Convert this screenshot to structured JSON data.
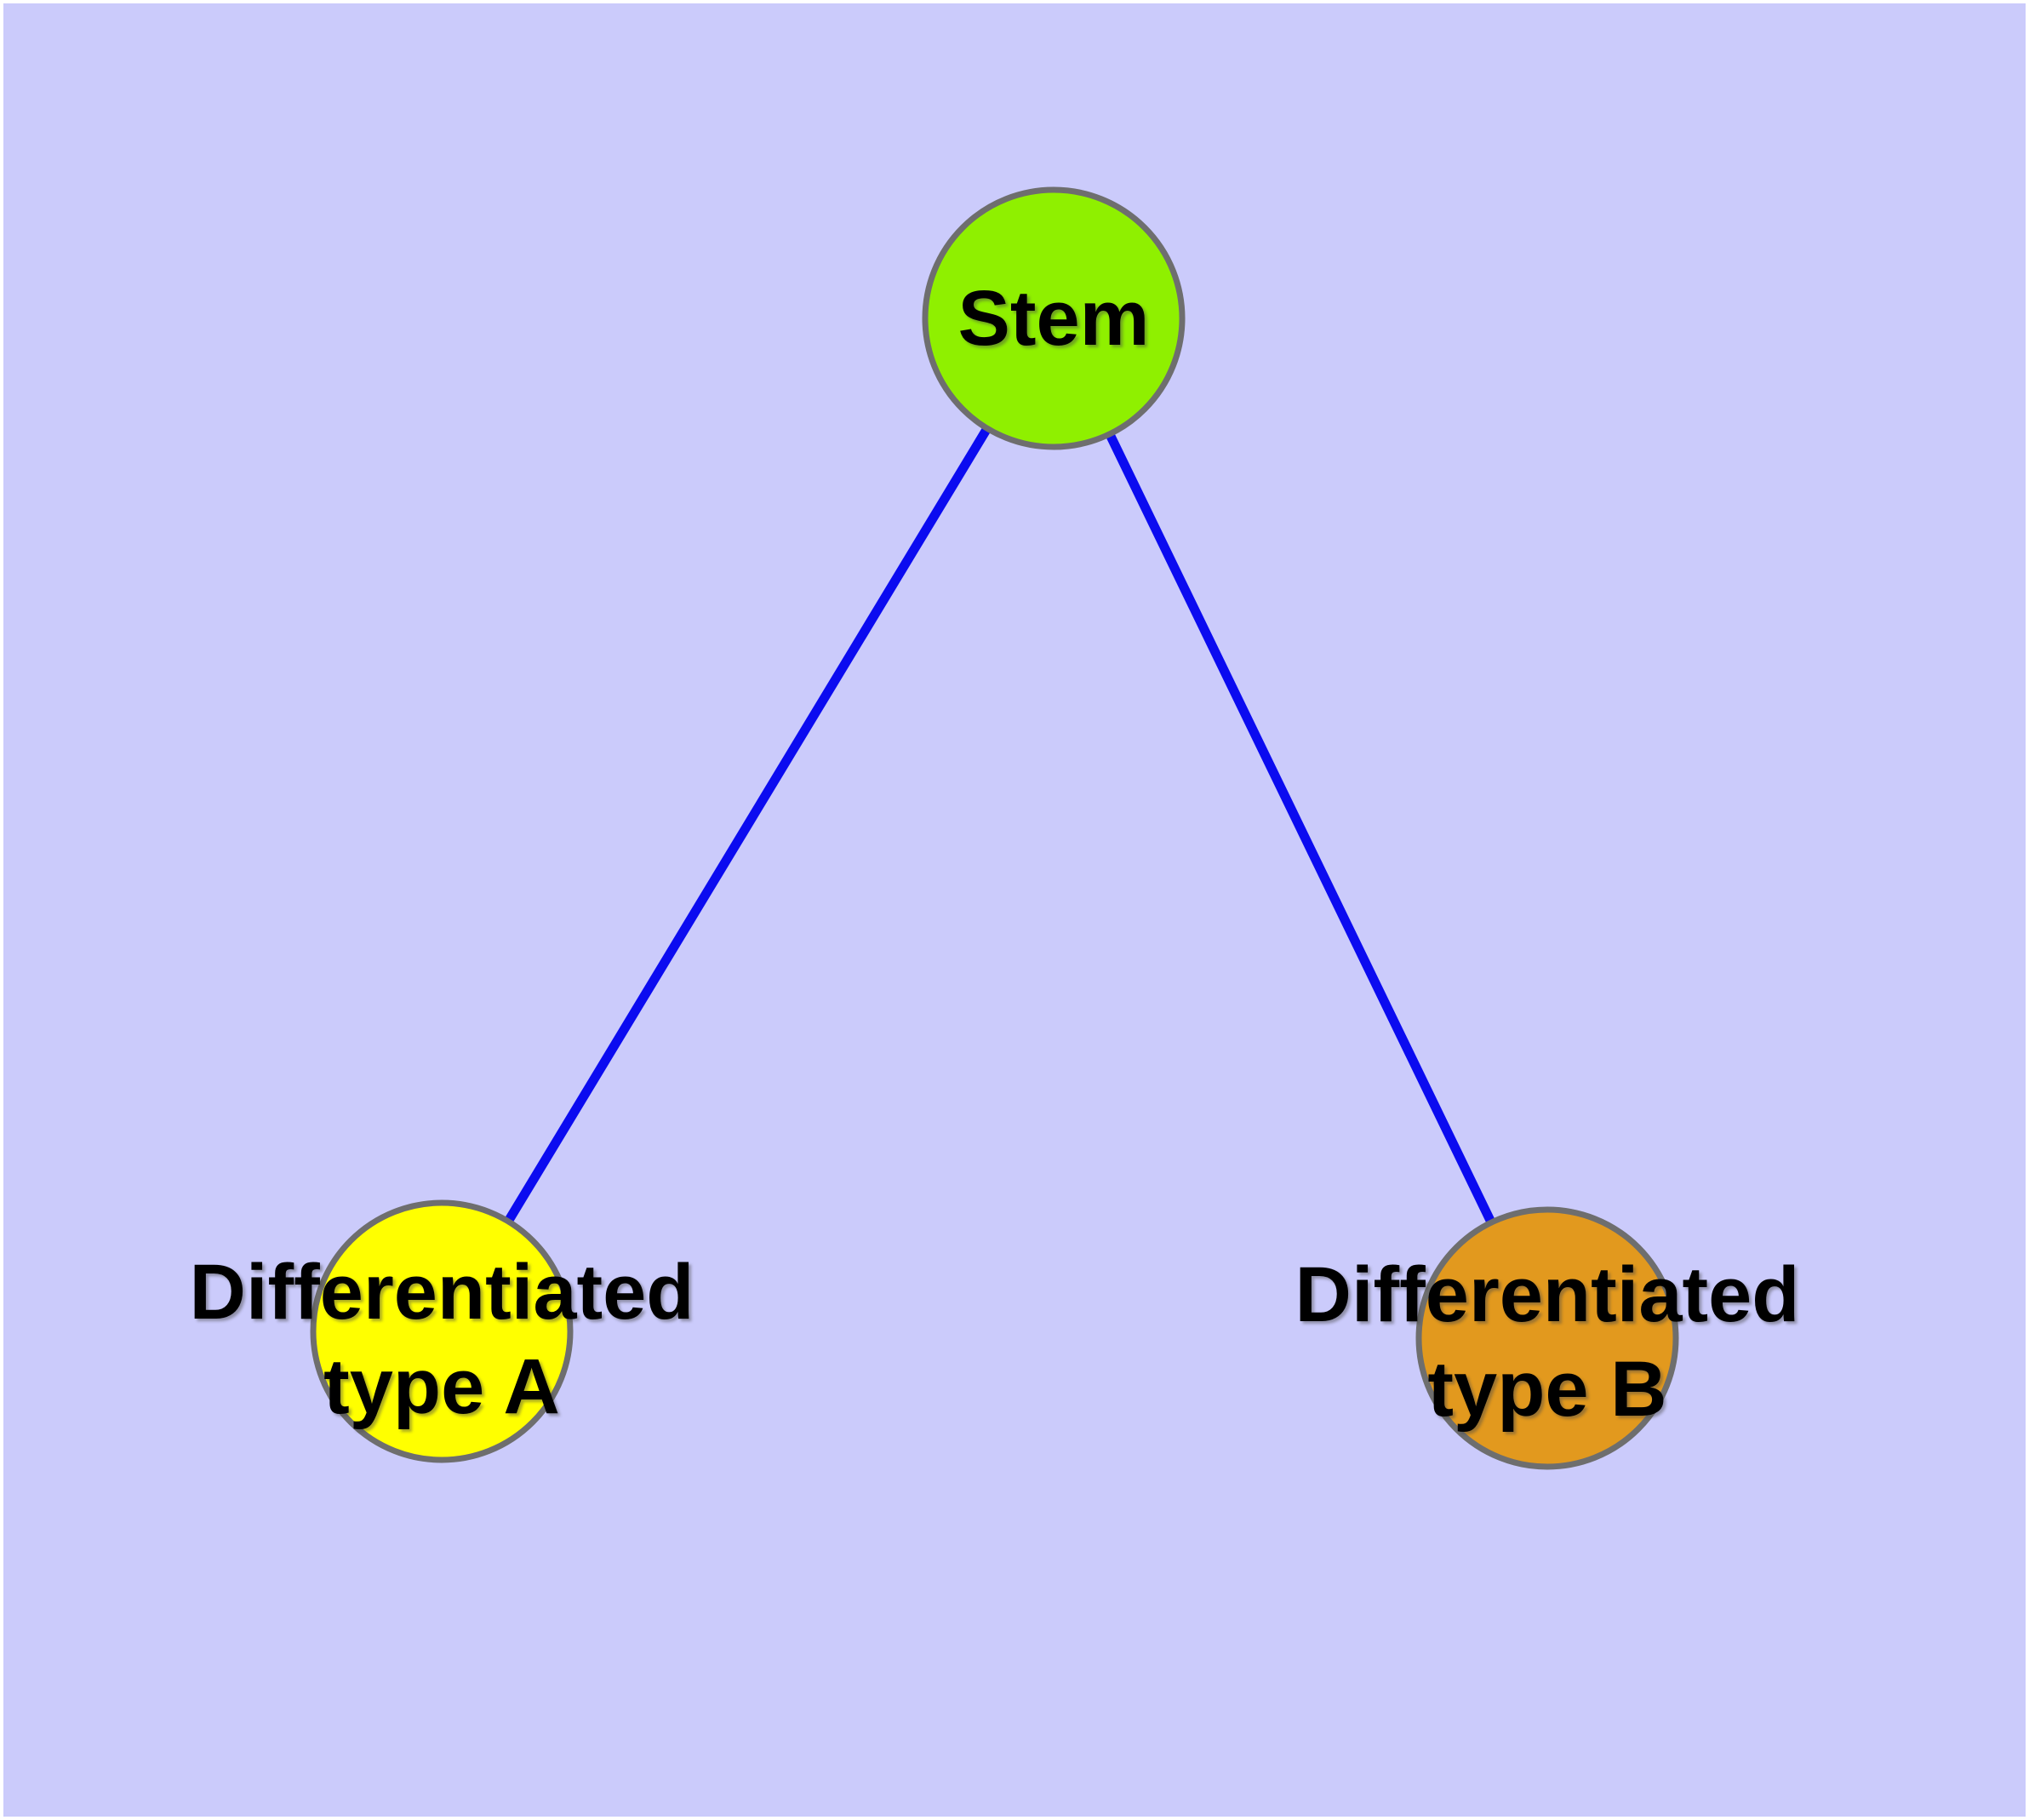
{
  "diagram": {
    "background_color": "#cbcbfb",
    "frame_color": "#ffffff",
    "edge_color": "#0b0bf0",
    "node_border_color": "#6e6e6e",
    "label_color": "#000000",
    "nodes": [
      {
        "id": "stem",
        "label": "Stem",
        "fill": "#8ff000"
      },
      {
        "id": "differentiated-type-a",
        "label": "Differentiated type A",
        "label_line1": "Differentiated",
        "label_line2": "type A",
        "fill": "#ffff00"
      },
      {
        "id": "differentiated-type-b",
        "label": "Differentiated type B",
        "label_line1": "Differentiated",
        "label_line2": "type B",
        "fill": "#e2991e"
      }
    ],
    "edges": [
      {
        "from": "Stem",
        "to": "Differentiated type A"
      },
      {
        "from": "Stem",
        "to": "Differentiated type B"
      }
    ]
  }
}
